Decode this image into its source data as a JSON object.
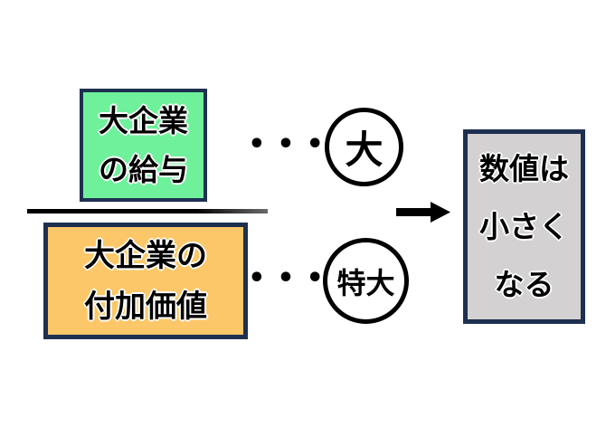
{
  "diagram": {
    "description_colors": {
      "background": "#FFFFFF",
      "box_border_navy": "#1E3050",
      "numerator_fill": "#6FF19B",
      "denominator_fill": "#FBC768",
      "result_fill": "#D3D1D1",
      "line_and_arrow": "#000000"
    },
    "fraction": {
      "numerator": {
        "line1": "大企業",
        "line2": "の給与"
      },
      "denominator": {
        "line1": "大企業の",
        "line2": "付加価値"
      }
    },
    "annotations": {
      "numerator_dots": "•••",
      "numerator_size_label": "大",
      "denominator_dots": "•••",
      "denominator_size_label": "特大"
    },
    "result": {
      "line1": "数値は",
      "line2": "小さく",
      "line3": "なる"
    }
  }
}
